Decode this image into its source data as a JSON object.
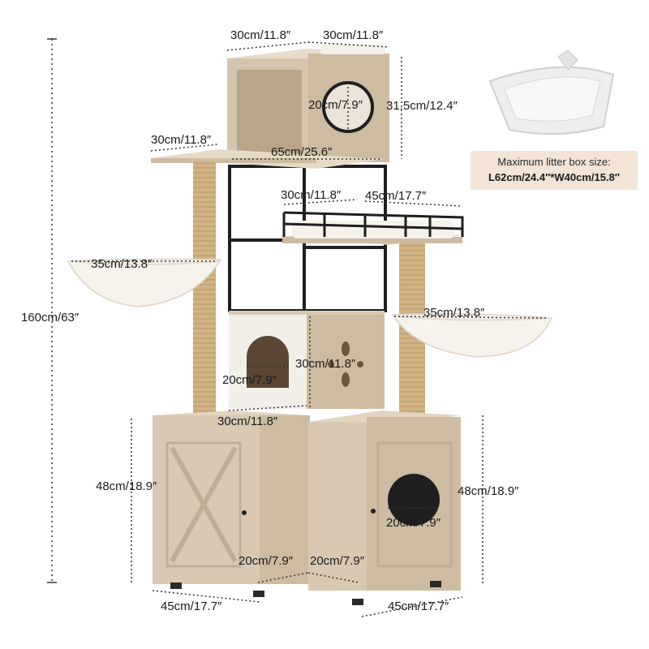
{
  "colors": {
    "wood": "#d9c9b4",
    "wood_dark": "#bfae97",
    "frame": "#1f1f1f",
    "sisal": "#d2b386",
    "hammock": "#f6f2ec",
    "note_bg": "#f3e4d6"
  },
  "litter_box_note": {
    "line1": "Maximum litter box size:",
    "line2": "L62cm/24.4″*W40cm/15.8″"
  },
  "dimensions": {
    "top_width_left": "30cm/11.8″",
    "top_width_right": "30cm/11.8″",
    "top_hole": "20cm/7.9″",
    "top_height": "31.5cm/12.4″",
    "left_perch": "30cm/11.8″",
    "frame_width": "65cm/25.6″",
    "mid_shelf_left": "30cm/11.8″",
    "mid_shelf_right": "45cm/17.7″",
    "left_hammock": "35cm/13.8″",
    "right_hammock": "35cm/13.8″",
    "total_height": "160cm/63″",
    "condo_depth": "30cm/11.8″",
    "condo_hole": "20cm/7.9″",
    "condo_width": "30cm/11.8″",
    "left_cabinet_height": "48cm/18.9″",
    "right_cabinet_height": "48cm/18.9″",
    "right_cabinet_hole": "20cm/7.9″",
    "corner_left": "20cm/7.9″",
    "corner_right": "20cm/7.9″",
    "base_left": "45cm/17.7″",
    "base_right": "45cm/17.7″"
  }
}
